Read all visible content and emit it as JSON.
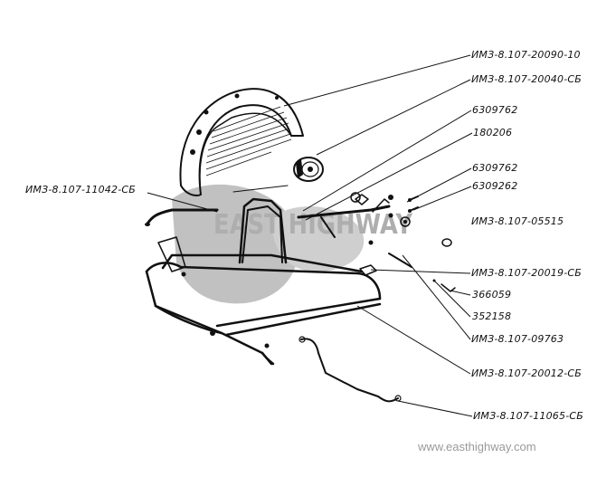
{
  "diagram": {
    "labels": [
      {
        "id": "fender",
        "text": "ИМЗ-8.107-20090-10"
      },
      {
        "id": "reflector",
        "text": "ИМЗ-8.107-20040-СБ"
      },
      {
        "id": "bolt1",
        "text": "6309762"
      },
      {
        "id": "nut",
        "text": "180206"
      },
      {
        "id": "bolt2",
        "text": "6309762"
      },
      {
        "id": "washer1",
        "text": "6309262"
      },
      {
        "id": "left-tube",
        "text": "ИМЗ-8.107-11042-СБ"
      },
      {
        "id": "washer2",
        "text": "ИМЗ-8.107-05515"
      },
      {
        "id": "bracket",
        "text": "ИМЗ-8.107-20019-СБ"
      },
      {
        "id": "screw",
        "text": "366059"
      },
      {
        "id": "pin",
        "text": "352158"
      },
      {
        "id": "rod",
        "text": "ИМЗ-8.107-09763"
      },
      {
        "id": "frame",
        "text": "ИМЗ-8.107-20012-СБ"
      },
      {
        "id": "brake-tube",
        "text": "ИМЗ-8.107-11065-СБ"
      }
    ]
  },
  "watermark": {
    "logo_text": "EAST HIGHWAY",
    "url": "www.easthighway.com"
  },
  "colors": {
    "ink": "#111111",
    "watermark_grey": "#9a9a9a"
  }
}
